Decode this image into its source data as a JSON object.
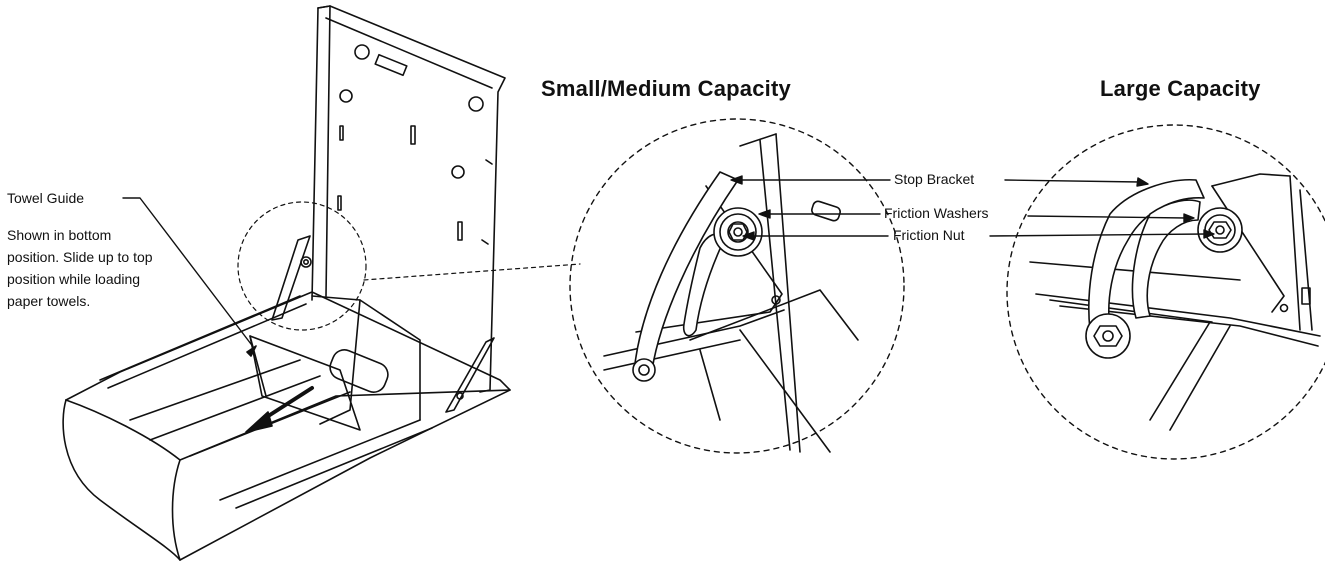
{
  "headings": {
    "small_medium": "Small/Medium Capacity",
    "large": "Large Capacity"
  },
  "callouts": {
    "towel_guide": "Towel Guide",
    "towel_guide_note": "Shown in bottom position. Slide up to top position while loading paper towels.",
    "stop_bracket": "Stop Bracket",
    "friction_washers": "Friction Washers",
    "friction_nut": "Friction Nut"
  },
  "colors": {
    "line": "#111111",
    "fill": "#ffffff"
  }
}
